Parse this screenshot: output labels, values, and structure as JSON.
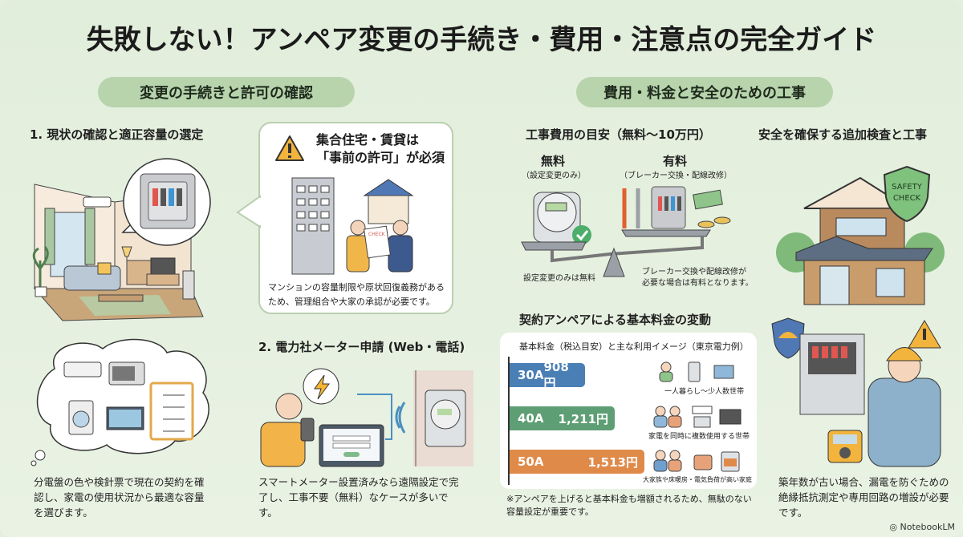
{
  "title": "失敗しない！アンペア変更の手続き・費用・注意点の完全ガイド",
  "left_section": {
    "header": "変更の手続きと許可の確認",
    "step1": {
      "heading": "1. 現状の確認と適正容量の選定",
      "description": "分電盤の色や検針票で現在の契約を確認し、家電の使用状況から最適な容量を選びます。"
    },
    "permission_callout": {
      "title_line1": "集合住宅・賃貸は",
      "title_line2": "「事前の許可」が必須",
      "document_label": "CHECK",
      "description": "マンションの容量制限や原状回復義務があるため、管理組合や大家の承認が必要です。"
    },
    "step2": {
      "heading": "2. 電力社メーター申請 (Web・電話)",
      "description": "スマートメーター設置済みなら遠隔設定で完了し、工事不要（無料）なケースが多いです。"
    }
  },
  "right_section": {
    "header": "費用・料金と安全のための工事",
    "cost": {
      "heading": "工事費用の目安（無料〜10万円）",
      "free_label": "無料",
      "free_sub": "（設定変更のみ）",
      "paid_label": "有料",
      "paid_sub": "（ブレーカー交換・配線改修）",
      "free_caption": "設定変更のみは無料",
      "paid_caption_line1": "ブレーカー交換や配線改修が",
      "paid_caption_line2": "必要な場合は有料となります。"
    },
    "safety": {
      "heading": "安全を確保する追加検査と工事",
      "badge_line1": "SAFETY",
      "badge_line2": "CHECK",
      "description": "築年数が古い場合、漏電を防ぐための絶縁抵抗測定や専用回路の増設が必要です。"
    },
    "fee_section": {
      "heading": "契約アンペアによる基本料金の変動",
      "note": "※アンペアを上げると基本料金も増額されるため、無駄のない容量設定が重要です。"
    }
  },
  "chart_data": {
    "type": "bar",
    "orientation": "horizontal",
    "title": "基本料金（税込目安）と主な利用イメージ（東京電力例）",
    "categories": [
      "30A",
      "40A",
      "50A"
    ],
    "values": [
      908,
      1211,
      1513
    ],
    "value_labels": [
      "908円",
      "1,211円",
      "1,513円"
    ],
    "unit": "円",
    "usage_labels": [
      "一人暮らし〜少人数世帯",
      "家電を同時に複数使用する世帯",
      "大家族や床暖房・電気負荷が高い家庭"
    ],
    "colors": [
      "#4a7fb5",
      "#5e9e74",
      "#e08a4a"
    ],
    "grid": false
  },
  "brand": "NotebookLM",
  "colors": {
    "background": "#e4efdf",
    "pill": "#b7d4ad",
    "warning": "#f2b43c",
    "check_green": "#4cae6a"
  }
}
